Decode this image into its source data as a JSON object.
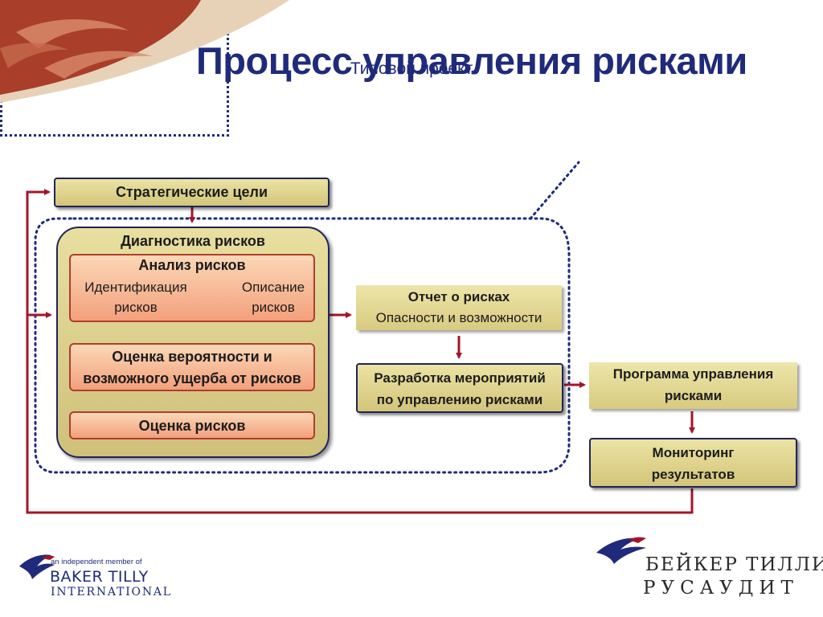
{
  "title": "Процесс управления рисками",
  "colors": {
    "title": "#1f2b7a",
    "arrow": "#a3162a",
    "gold_fill": "#e3d892",
    "salmon_fill": "#f6b58f",
    "border": "#1f2558"
  },
  "diagram": {
    "strategic_goals": "Стратегические цели",
    "diagnostics": {
      "title": "Диагностика рисков",
      "analysis": {
        "title": "Анализ рисков",
        "identification_line1": "Идентификация",
        "identification_line2": "рисков",
        "description_line1": "Описание",
        "description_line2": "рисков"
      },
      "probability_line1": "Оценка вероятности и",
      "probability_line2": "возможного ущерба от рисков",
      "assessment": "Оценка рисков"
    },
    "report": {
      "title": "Отчет о рисках",
      "subtitle": "Опасности и возможности"
    },
    "measures_line1": "Разработка мероприятий",
    "measures_line2": "по управлению рисками",
    "program_line1": "Программа управления",
    "program_line2": "рисками",
    "monitoring_line1": "Мониторинг",
    "monitoring_line2": "результатов",
    "typical_project": "Типовой проект"
  },
  "logos": {
    "left": {
      "member_text": "an independent member of",
      "name": "BAKER TILLY",
      "sub": "INTERNATIONAL",
      "icon": "eagle-logo-icon"
    },
    "right": {
      "line1": "БЕЙКЕР ТИЛЛИ",
      "line2": "РУСАУДИТ",
      "icon": "eagle-logo-icon"
    }
  }
}
